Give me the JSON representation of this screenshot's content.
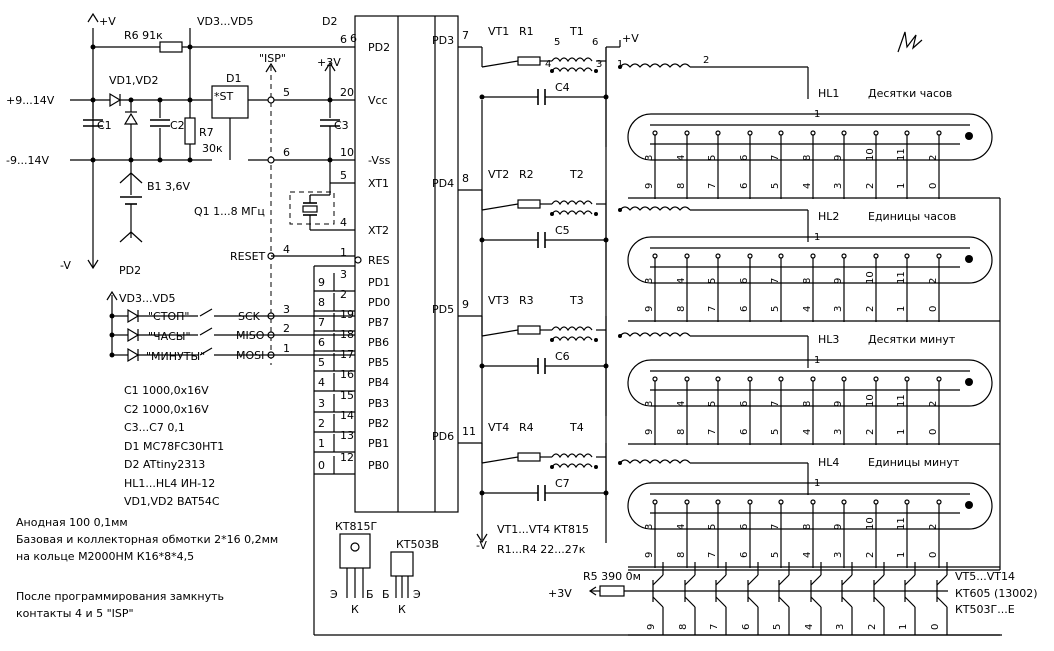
{
  "power": {
    "vplus": "+V",
    "vd35": "VD3...VD5",
    "r6": "R6  91к",
    "in_pos": "+9...14V",
    "in_neg": "-9...14V",
    "vminus": "-V",
    "v3": "+3V",
    "vd12": "VD1,VD2",
    "d1": "D1",
    "d1_pin": "*ST",
    "c1": "C1",
    "c2": "C2",
    "c3": "C3",
    "r7": "R7",
    "r7_val": "30к",
    "b1": "B1  3,6V",
    "q1": "Q1  1...8 МГц",
    "isp": "\"ISP\""
  },
  "mcu": {
    "name": "D2",
    "left_pins": [
      "6",
      "20",
      "10",
      "5",
      "4",
      "1",
      "3",
      "2",
      "19",
      "18",
      "17",
      "16",
      "15",
      "14",
      "13",
      "12"
    ],
    "labels": [
      "PD2",
      "Vcc",
      "-Vss",
      "XT1",
      "XT2",
      "RES",
      "PD1",
      "PD0",
      "PB7",
      "PB6",
      "PB5",
      "PB4",
      "PB3",
      "PB2",
      "PB1",
      "PB0"
    ],
    "right_labels": [
      "PD3",
      "PD4",
      "PD5",
      "PD6"
    ],
    "right_pins": [
      "7",
      "8",
      "9",
      "11"
    ],
    "inner_numbers": [
      "9",
      "8",
      "7",
      "6",
      "5",
      "4",
      "3",
      "2",
      "1",
      "0"
    ],
    "ext_pins": [
      "5",
      "6",
      "4",
      "3",
      "2",
      "1"
    ],
    "reset_label": "RESET",
    "isp_lines": [
      "SCK",
      "MISO",
      "MOSI"
    ]
  },
  "buttons": {
    "pd2": "PD2",
    "vd35": "VD3...VD5",
    "labels": [
      "\"СТОП\"",
      "\"ЧАСЫ\"",
      "\"МИНУТЫ\""
    ]
  },
  "converters": [
    {
      "vt": "VT1",
      "r": "R1",
      "t": "T1",
      "c": "C4"
    },
    {
      "vt": "VT2",
      "r": "R2",
      "t": "T2",
      "c": "C5"
    },
    {
      "vt": "VT3",
      "r": "R3",
      "t": "T3",
      "c": "C6"
    },
    {
      "vt": "VT4",
      "r": "R4",
      "t": "T4",
      "c": "C7"
    }
  ],
  "t1_pins": [
    "5",
    "6",
    "4",
    "3",
    "1",
    "2"
  ],
  "vplus_right": "+V",
  "tubes": [
    {
      "name": "HL1",
      "desc": "Десятки часов"
    },
    {
      "name": "HL2",
      "desc": "Единицы часов"
    },
    {
      "name": "HL3",
      "desc": "Десятки минут"
    },
    {
      "name": "HL4",
      "desc": "Единицы минут"
    }
  ],
  "anode_pin": "1",
  "tube_pins_top": [
    "3",
    "4",
    "5",
    "6",
    "7",
    "8",
    "9",
    "10",
    "11",
    "2"
  ],
  "tube_pins_bottom": [
    "9",
    "8",
    "7",
    "6",
    "5",
    "4",
    "3",
    "2",
    "1",
    "0"
  ],
  "hl4_pins_top": [
    "3",
    "4",
    "5",
    "6",
    "7",
    "8",
    "9",
    "10",
    "11",
    "2"
  ],
  "vt_note": "VT1...VT4  КТ815",
  "r_note": "R1...R4  22...27к",
  "minus_v": "-V",
  "r5": "R5  390  0м",
  "plus3": "+3V",
  "vt5_note": [
    "VT5...VT14",
    "КТ605 (13002)",
    "КТ503Г...Е"
  ],
  "bottom_numbers": [
    "9",
    "8",
    "7",
    "6",
    "5",
    "4",
    "3",
    "2",
    "1",
    "0"
  ],
  "packages": {
    "kt815": "КТ815Г",
    "kt503": "КТ503В",
    "kt815_pins": [
      "Э",
      "К",
      "Б"
    ],
    "kt503_pins": [
      "Б",
      "К",
      "Э"
    ]
  },
  "parts_list": [
    "C1  1000,0x16V",
    "C2  1000,0x16V",
    "C3...C7  0,1",
    "D1  MC78FC30HT1",
    "D2  ATtiny2313",
    "HL1...HL4  ИН-12",
    "VD1,VD2  BAT54C"
  ],
  "notes": [
    "Анодная 100  0,1мм",
    "Базовая и коллекторная обмотки 2*16  0,2мм",
    "на кольце М2000НМ К16*8*4,5",
    "После программирования замкнуть",
    "контакты 4 и 5 \"ISP\""
  ]
}
